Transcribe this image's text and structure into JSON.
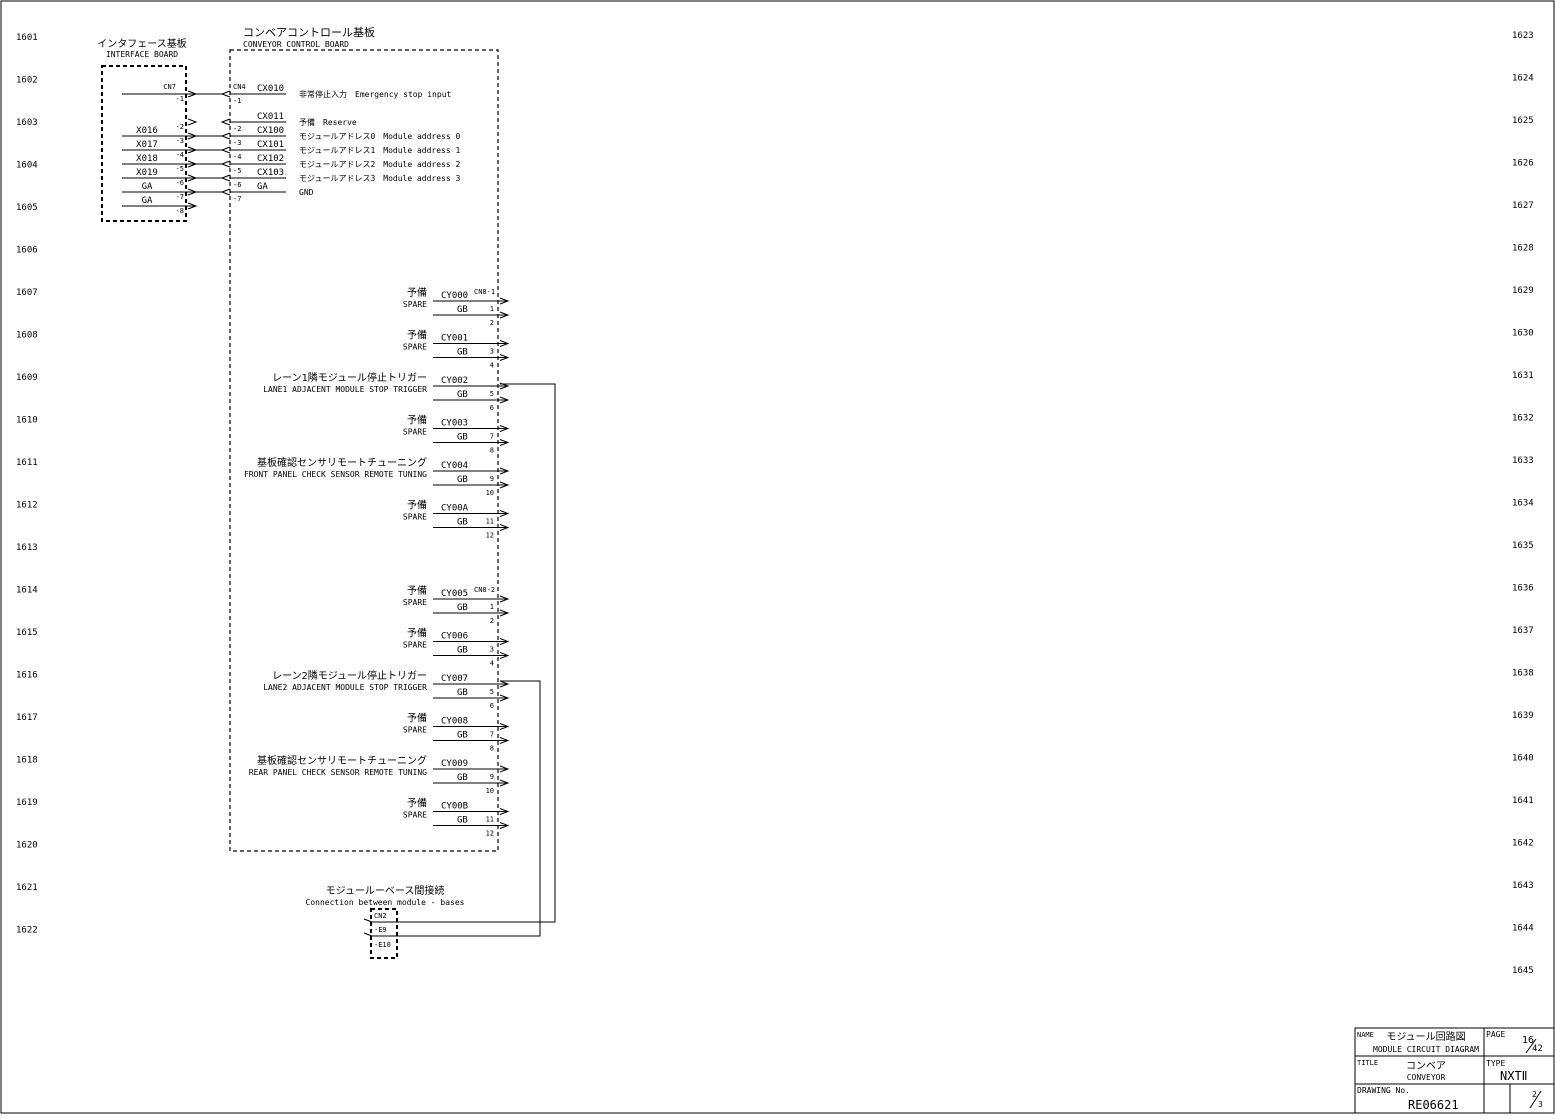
{
  "row_labels_left": [
    "1601",
    "1602",
    "1603",
    "1604",
    "1605",
    "1606",
    "1607",
    "1608",
    "1609",
    "1610",
    "1611",
    "1612",
    "1613",
    "1614",
    "1615",
    "1616",
    "1617",
    "1618",
    "1619",
    "1620",
    "1621",
    "1622"
  ],
  "row_labels_right": [
    "1623",
    "1624",
    "1625",
    "1626",
    "1627",
    "1628",
    "1629",
    "1630",
    "1631",
    "1632",
    "1633",
    "1634",
    "1635",
    "1636",
    "1637",
    "1638",
    "1639",
    "1640",
    "1641",
    "1642",
    "1643",
    "1644",
    "1645"
  ],
  "interface_board": {
    "title_jp": "インタフェース基板",
    "title_en": "INTERFACE BOARD",
    "connector": "CN7",
    "pins": [
      "-1",
      "-2",
      "-3",
      "-4",
      "-5",
      "-6",
      "-7",
      "-8"
    ],
    "signals": [
      "X016",
      "X017",
      "X018",
      "X019",
      "GA",
      "GA"
    ]
  },
  "conveyor_board": {
    "title_jp": "コンベアコントロール基板",
    "title_en": "CONVEYOR CONTROL BOARD",
    "connector": "CN4",
    "pins": [
      "-1",
      "-2",
      "-3",
      "-4",
      "-5",
      "-6",
      "-7"
    ],
    "inputs": [
      {
        "name": "CX010",
        "desc": "非常停止入力　Emergency stop input"
      },
      {
        "name": "CX011",
        "desc": "予備　Reserve"
      },
      {
        "name": "CX100",
        "desc": "モジュールアドレス0　Module address 0"
      },
      {
        "name": "CX101",
        "desc": "モジュールアドレス1　Module address 1"
      },
      {
        "name": "CX102",
        "desc": "モジュールアドレス2　Module address 2"
      },
      {
        "name": "CX103",
        "desc": "モジュールアドレス3　Module address 3"
      },
      {
        "name": "GA",
        "desc": "GND"
      }
    ]
  },
  "outputs_cn8_1": {
    "connector": "CN8-1",
    "items": [
      {
        "jp": "予備",
        "en": "SPARE",
        "sig": "CY000",
        "gnd": "GB",
        "pins": [
          "1",
          "2"
        ]
      },
      {
        "jp": "予備",
        "en": "SPARE",
        "sig": "CY001",
        "gnd": "GB",
        "pins": [
          "3",
          "4"
        ]
      },
      {
        "jp": "レーン1隣モジュール停止トリガー",
        "en": "LANE1 ADJACENT MODULE STOP TRIGGER",
        "sig": "CY002",
        "gnd": "GB",
        "pins": [
          "5",
          "6"
        ]
      },
      {
        "jp": "予備",
        "en": "SPARE",
        "sig": "CY003",
        "gnd": "GB",
        "pins": [
          "7",
          "8"
        ]
      },
      {
        "jp": "基板確認センサリモートチューニング",
        "en": "FRONT PANEL CHECK SENSOR REMOTE TUNING",
        "sig": "CY004",
        "gnd": "GB",
        "pins": [
          "9",
          "10"
        ]
      },
      {
        "jp": "予備",
        "en": "SPARE",
        "sig": "CY00A",
        "gnd": "GB",
        "pins": [
          "11",
          "12"
        ]
      }
    ]
  },
  "outputs_cn8_2": {
    "connector": "CN8-2",
    "items": [
      {
        "jp": "予備",
        "en": "SPARE",
        "sig": "CY005",
        "gnd": "GB",
        "pins": [
          "1",
          "2"
        ]
      },
      {
        "jp": "予備",
        "en": "SPARE",
        "sig": "CY006",
        "gnd": "GB",
        "pins": [
          "3",
          "4"
        ]
      },
      {
        "jp": "レーン2隣モジュール停止トリガー",
        "en": "LANE2 ADJACENT MODULE STOP TRIGGER",
        "sig": "CY007",
        "gnd": "GB",
        "pins": [
          "5",
          "6"
        ]
      },
      {
        "jp": "予備",
        "en": "SPARE",
        "sig": "CY008",
        "gnd": "GB",
        "pins": [
          "7",
          "8"
        ]
      },
      {
        "jp": "基板確認センサリモートチューニング",
        "en": "REAR PANEL CHECK SENSOR REMOTE TUNING",
        "sig": "CY009",
        "gnd": "GB",
        "pins": [
          "9",
          "10"
        ]
      },
      {
        "jp": "予備",
        "en": "SPARE",
        "sig": "CY00B",
        "gnd": "GB",
        "pins": [
          "11",
          "12"
        ]
      }
    ]
  },
  "module_base": {
    "title_jp": "モジュールーベース間接続",
    "title_en": "Connection between module - bases",
    "connector": "CN2",
    "pins": [
      "-E9",
      "-E10"
    ]
  },
  "title_block": {
    "name_label": "NAME",
    "name_jp": "モジュール回路図",
    "name_en": "MODULE CIRCUIT DIAGRAM",
    "page_label": "PAGE",
    "page_num": "16",
    "page_total": "42",
    "title_label": "TITLE",
    "title_jp": "コンベア",
    "title_en": "CONVEYOR",
    "type_label": "TYPE",
    "type_val": "NXTⅡ",
    "drawing_label": "DRAWING No.",
    "drawing_no": "RE06621",
    "sheet_num": "2",
    "sheet_total": "3"
  }
}
